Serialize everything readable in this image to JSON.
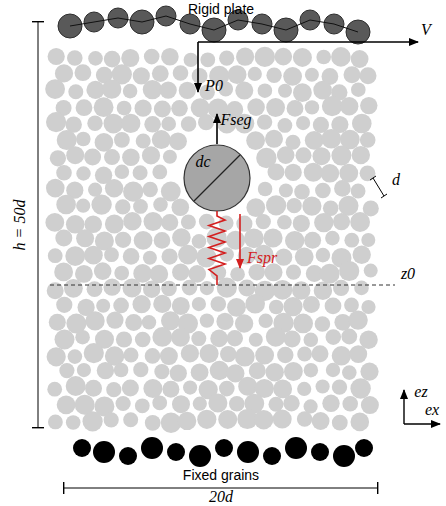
{
  "diagram": {
    "nodes": [
      {
        "text": [
          "dc"
        ]
      }
    ],
    "labels": [
      "Rigid plate",
      "V",
      "P0",
      "Fseg",
      "d",
      "Fspr",
      "z0",
      "h = 50d",
      "ez",
      "ex",
      "Fixed grains",
      "20d"
    ]
  }
}
